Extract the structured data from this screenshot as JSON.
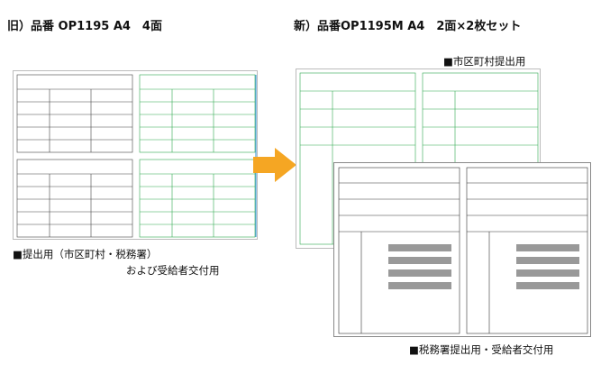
{
  "old_title": "旧）品番 OP1195 A4　4面",
  "new_title": "新）品番OP1195M A4　2面×2枚セット",
  "note_city": "■市区町村提出用",
  "note_old_1": "■提出用（市区町村・税務署）",
  "note_old_2": "および受給者交付用",
  "note_tax": "■税務署提出用・受給者交付用",
  "colors": {
    "arrow": "#f5a623",
    "green": "#2fa84f",
    "blue": "#2b8fd8",
    "black": "#333333"
  }
}
